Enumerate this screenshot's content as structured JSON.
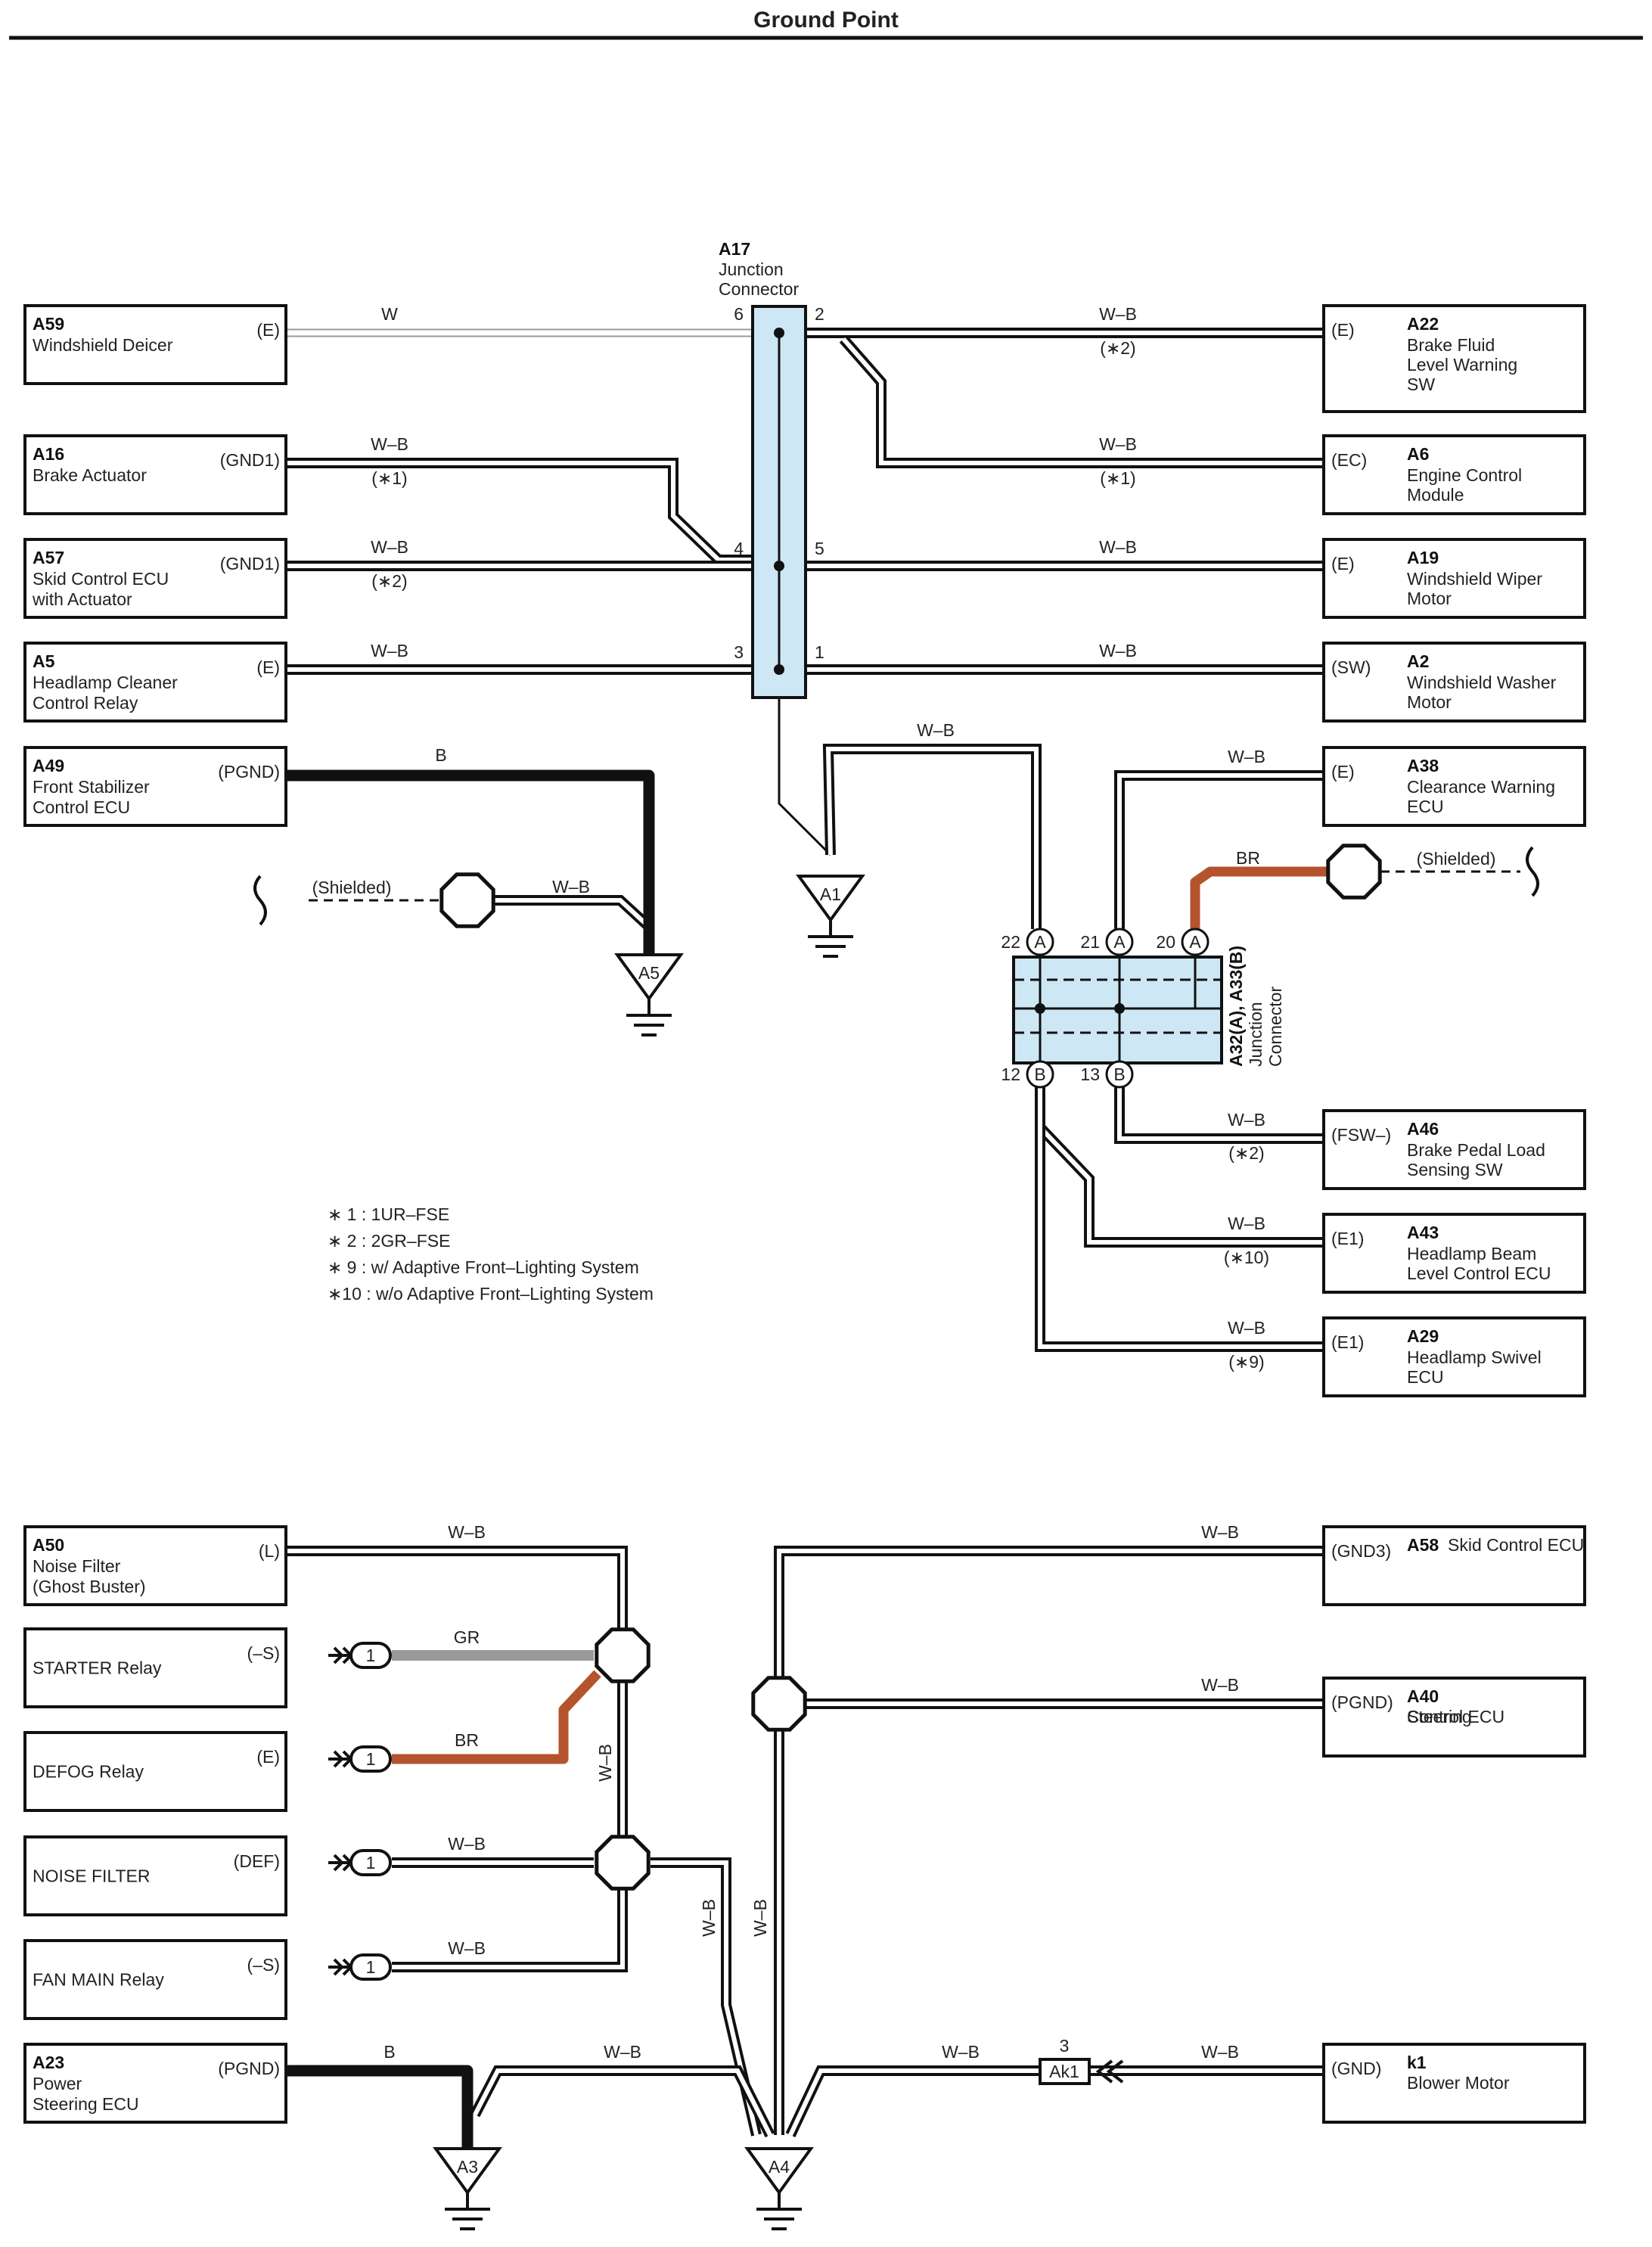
{
  "title": "Ground Point",
  "colors": {
    "white_black": "#ffffff",
    "black": "#111111",
    "brown": "#b5532c",
    "gray": "#999999",
    "connector_fill": "#cde7f5"
  },
  "components": {
    "a59": {
      "code": "A59",
      "name": [
        "Windshield Deicer"
      ],
      "pin": "(E)"
    },
    "a16": {
      "code": "A16",
      "name": [
        "Brake Actuator"
      ],
      "pin": "(GND1)"
    },
    "a57": {
      "code": "A57",
      "name": [
        "Skid Control ECU",
        "with Actuator"
      ],
      "pin": "(GND1)"
    },
    "a5": {
      "code": "A5",
      "name": [
        "Headlamp Cleaner",
        "Control Relay"
      ],
      "pin": "(E)"
    },
    "a49": {
      "code": "A49",
      "name": [
        "Front Stabilizer",
        "Control ECU"
      ],
      "pin": "(PGND)"
    },
    "a22": {
      "code": "A22",
      "name": [
        "Brake Fluid",
        "Level Warning",
        "SW"
      ],
      "pin": "(E)"
    },
    "a6": {
      "code": "A6",
      "name": [
        "Engine Control",
        "Module"
      ],
      "pin": "(EC)"
    },
    "a19": {
      "code": "A19",
      "name": [
        "Windshield Wiper",
        "Motor"
      ],
      "pin": "(E)"
    },
    "a2": {
      "code": "A2",
      "name": [
        "Windshield Washer",
        "Motor"
      ],
      "pin": "(SW)"
    },
    "a38": {
      "code": "A38",
      "name": [
        "Clearance Warning",
        "ECU"
      ],
      "pin": "(E)"
    },
    "a46": {
      "code": "A46",
      "name": [
        "Brake Pedal Load",
        "Sensing SW"
      ],
      "pin": "(FSW–)"
    },
    "a43": {
      "code": "A43",
      "name": [
        "Headlamp Beam",
        "Level Control ECU"
      ],
      "pin": "(E1)"
    },
    "a29": {
      "code": "A29",
      "name": [
        "Headlamp Swivel",
        "ECU"
      ],
      "pin": "(E1)"
    },
    "a50": {
      "code": "A50",
      "name": [
        "Noise Filter",
        "(Ghost Buster)"
      ],
      "pin": "(L)"
    },
    "starter": {
      "code": "",
      "name": [
        "STARTER Relay"
      ],
      "pin": "(–S)"
    },
    "defog": {
      "code": "",
      "name": [
        "DEFOG Relay"
      ],
      "pin": "(E)"
    },
    "noise": {
      "code": "",
      "name": [
        "NOISE FILTER"
      ],
      "pin": "(DEF)"
    },
    "fan": {
      "code": "",
      "name": [
        "FAN MAIN Relay"
      ],
      "pin": "(–S)"
    },
    "a23": {
      "code": "A23",
      "name": [
        "Power",
        "Steering ECU"
      ],
      "pin": "(PGND)"
    },
    "a58": {
      "code": "A58",
      "name": [
        "Skid Control ECU"
      ],
      "pin": "(GND3)"
    },
    "a40": {
      "code": "A40",
      "name": [
        "Steering",
        "Control ECU"
      ],
      "pin": "(PGND)"
    },
    "k1": {
      "code": "k1",
      "name": [
        "Blower Motor"
      ],
      "pin": "(GND)"
    }
  },
  "connectors": {
    "a17": {
      "code": "A17",
      "name": [
        "Junction",
        "Connector"
      ],
      "pins": [
        "6",
        "2",
        "4",
        "5",
        "3",
        "1"
      ]
    },
    "a32": {
      "label": "A32(A), A33(B)",
      "name": [
        "Junction",
        "Connector"
      ],
      "pins_top": [
        "22",
        "21",
        "20"
      ],
      "pins_bottom": [
        "12",
        "13"
      ],
      "letter_a": "A",
      "letter_b": "B"
    },
    "ak1": {
      "code": "Ak1",
      "pin": "3"
    }
  },
  "wire_labels": {
    "w": "W",
    "wb": "W–B",
    "b": "B",
    "br": "BR",
    "gr": "GR",
    "shielded": "(Shielded)",
    "note1": "(∗1)",
    "note2": "(∗2)",
    "note9": "(∗9)",
    "note10": "(∗10)"
  },
  "grounds": {
    "a1": "A1",
    "a5": "A5",
    "a3": "A3",
    "a4": "A4"
  },
  "inline_pin": "1",
  "notes": [
    "∗ 1 : 1UR–FSE",
    "∗ 2 : 2GR–FSE",
    "∗ 9 : w/ Adaptive Front–Lighting System",
    "∗10 : w/o Adaptive Front–Lighting System"
  ]
}
